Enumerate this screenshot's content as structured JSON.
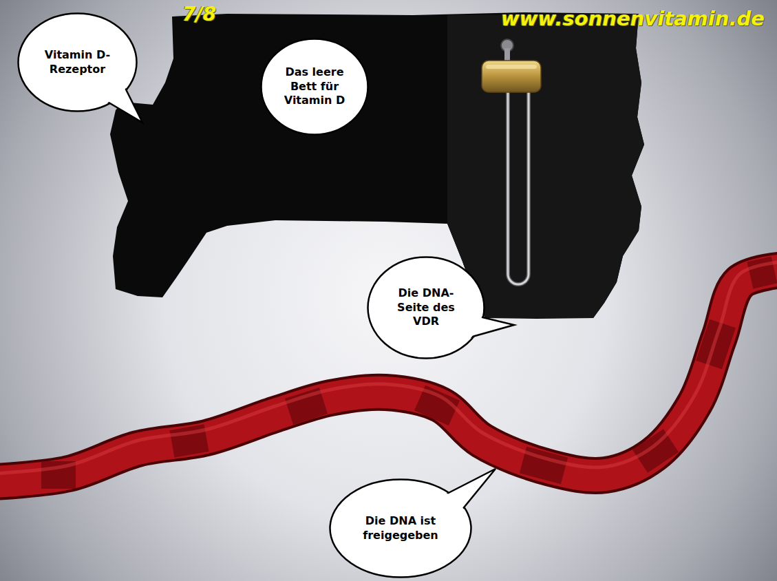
{
  "diagram": {
    "nodes": [
      {
        "text": [
          "Vitamin D- Rezeptor"
        ]
      },
      {
        "text": [
          "Das leere Bett für Vitamin D"
        ]
      },
      {
        "text": [
          "Die DNA-Seite des VDR"
        ]
      },
      {
        "text": [
          "Die DNA ist freigegeben"
        ]
      }
    ],
    "labels": [
      "7/8",
      "www.sonnenvitamin.de"
    ]
  }
}
